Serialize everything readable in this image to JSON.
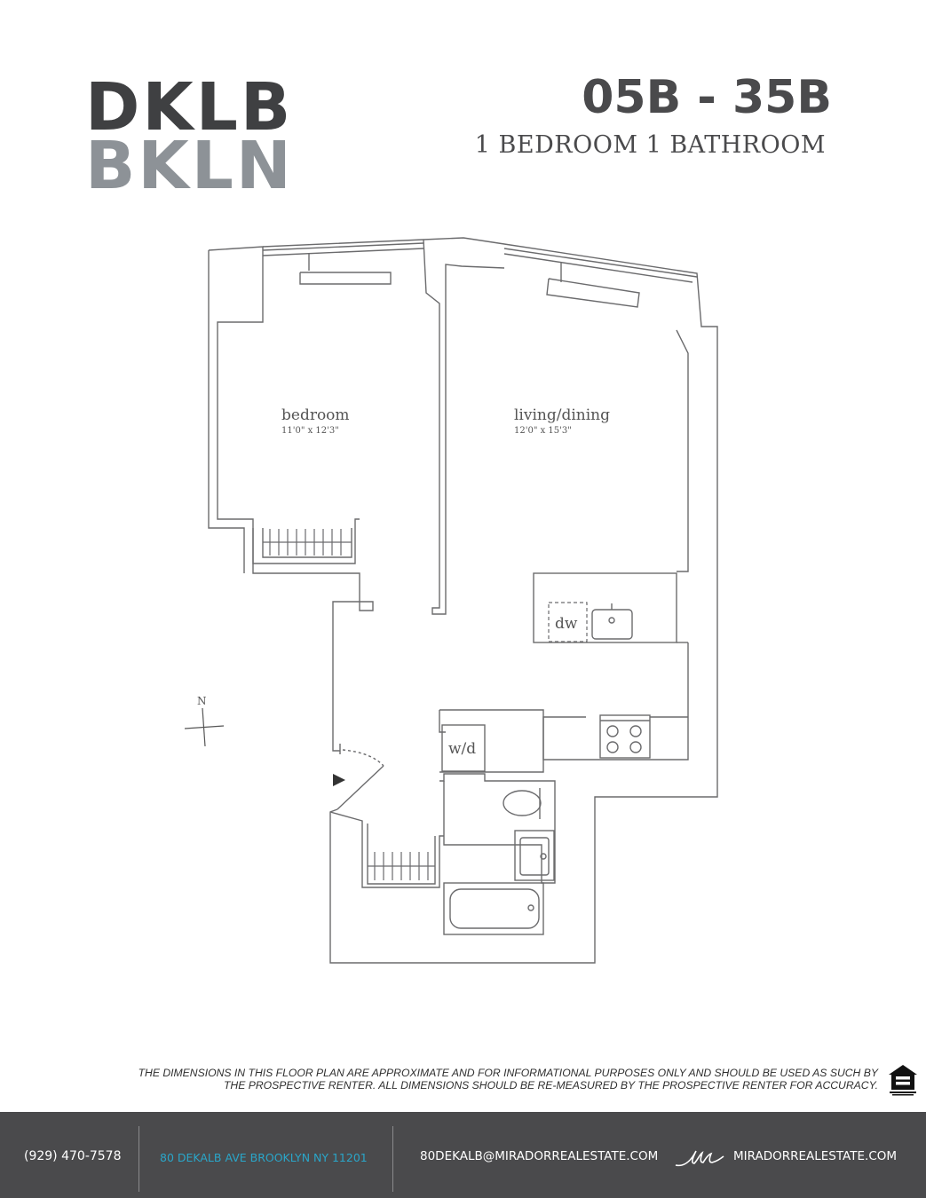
{
  "logo": {
    "line1_a": "DK",
    "line1_accent": "",
    "line1_b": "LB",
    "line2": "BKLN"
  },
  "unit": {
    "title": "05B - 35B",
    "subtitle": "1 BEDROOM 1 BATHROOM"
  },
  "floorplan": {
    "rooms": [
      {
        "name": "bedroom",
        "dimensions": "11'0\" x 12'3\""
      },
      {
        "name": "living/dining",
        "dimensions": "12'0\" x 15'3\""
      }
    ],
    "appliances": {
      "dishwasher": "dw",
      "washer_dryer": "w/d"
    },
    "compass": "N"
  },
  "disclaimer": {
    "line1": "THE DIMENSIONS IN THIS FLOOR PLAN ARE APPROXIMATE AND FOR INFORMATIONAL PURPOSES ONLY AND SHOULD BE USED AS SUCH BY",
    "line2": "THE PROSPECTIVE RENTER. ALL DIMENSIONS SHOULD BE RE-MEASURED BY THE PROSPECTIVE RENTER FOR ACCURACY."
  },
  "footer": {
    "phone": "(929) 470-7578",
    "address": "80 DEKALB AVE BROOKLYN NY 11201",
    "email": "80DEKALB@MIRADORREALESTATE.COM",
    "website": "MIRADORREALESTATE.COM"
  },
  "colors": {
    "footer_bg": "#4a4a4c",
    "accent": "#2aa6c9",
    "logo_dark": "#3f4042",
    "logo_light": "#8d9297"
  }
}
